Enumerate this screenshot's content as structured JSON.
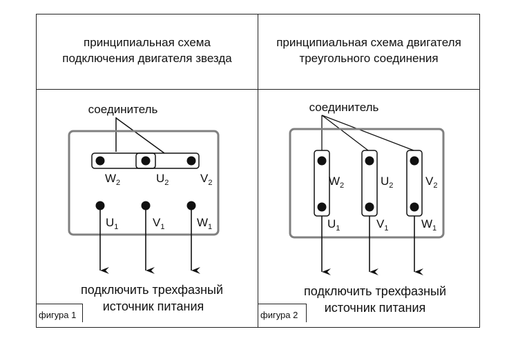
{
  "panels": [
    {
      "title_line1": "принципиальная схема",
      "title_line2": "подключения двигателя звезда",
      "connector_label": "соединитель",
      "terminals_top": [
        "W",
        "U",
        "V"
      ],
      "terminals_top_sub": [
        "2",
        "2",
        "2"
      ],
      "terminals_bottom": [
        "U",
        "V",
        "W"
      ],
      "terminals_bottom_sub": [
        "1",
        "1",
        "1"
      ],
      "supply_line1": "подключить трехфазный",
      "supply_line2": "источник питания",
      "figure_label": "фигура 1"
    },
    {
      "title_line1": "принципиальная схема двигателя",
      "title_line2": "треугольного соединения",
      "connector_label": "соединитель",
      "terminals_top": [
        "W",
        "U",
        "V"
      ],
      "terminals_top_sub": [
        "2",
        "2",
        "2"
      ],
      "terminals_bottom": [
        "U",
        "V",
        "W"
      ],
      "terminals_bottom_sub": [
        "1",
        "1",
        "1"
      ],
      "supply_line1": "подключить трехфазный",
      "supply_line2": "источник питания",
      "figure_label": "фигура 2"
    }
  ]
}
